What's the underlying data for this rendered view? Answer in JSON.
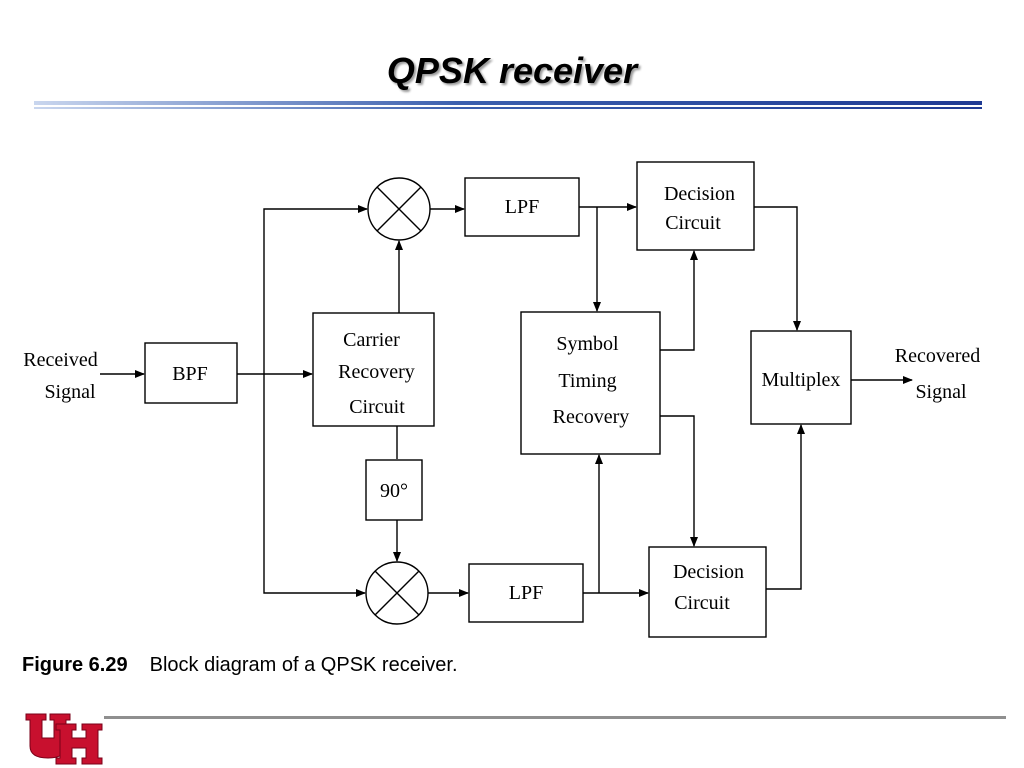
{
  "slide": {
    "title": "QPSK receiver",
    "accent_color": "#1f3a93",
    "logo_color": "#c8102e"
  },
  "diagram": {
    "input_label": [
      "Received",
      "Signal"
    ],
    "output_label": [
      "Recovered",
      "Signal"
    ],
    "blocks": {
      "bpf": [
        "BPF"
      ],
      "carrier_recovery": [
        "Carrier",
        "Recovery",
        "Circuit"
      ],
      "phase_shift": [
        "90°"
      ],
      "lpf_top": [
        "LPF"
      ],
      "lpf_bottom": [
        "LPF"
      ],
      "symbol_timing": [
        "Symbol",
        "Timing",
        "Recovery"
      ],
      "decision_top": [
        "Decision",
        "Circuit"
      ],
      "decision_bottom": [
        "Decision",
        "Circuit"
      ],
      "multiplex": [
        "Multiplex"
      ]
    },
    "mixers": [
      "mixer-top",
      "mixer-bottom"
    ]
  },
  "caption": {
    "figure_number": "Figure 6.29",
    "text": "Block diagram of a QPSK receiver."
  }
}
